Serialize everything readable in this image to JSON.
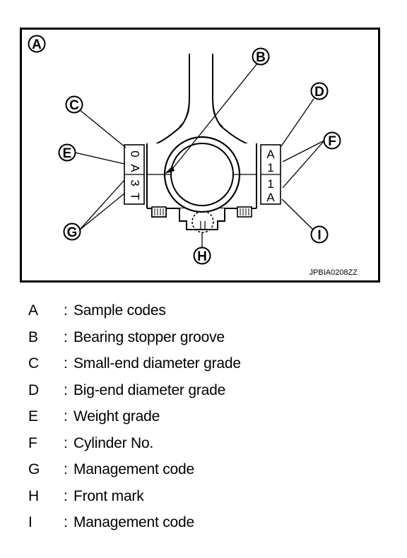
{
  "figure": {
    "image_code": "JPBIA0208ZZ",
    "callouts": [
      "A",
      "B",
      "C",
      "D",
      "E",
      "F",
      "G",
      "H",
      "I"
    ],
    "left_code_chars": [
      "0",
      "A",
      "3",
      "T"
    ],
    "right_code_chars": [
      "A",
      "1",
      "1",
      "A"
    ]
  },
  "legend": {
    "separator": ":",
    "items": [
      {
        "key": "A",
        "text": "Sample codes"
      },
      {
        "key": "B",
        "text": "Bearing stopper groove"
      },
      {
        "key": "C",
        "text": "Small-end diameter grade"
      },
      {
        "key": "D",
        "text": "Big-end diameter grade"
      },
      {
        "key": "E",
        "text": "Weight grade"
      },
      {
        "key": "F",
        "text": "Cylinder No."
      },
      {
        "key": "G",
        "text": "Management code"
      },
      {
        "key": "H",
        "text": "Front mark"
      },
      {
        "key": "I",
        "text": "Management code"
      }
    ]
  }
}
